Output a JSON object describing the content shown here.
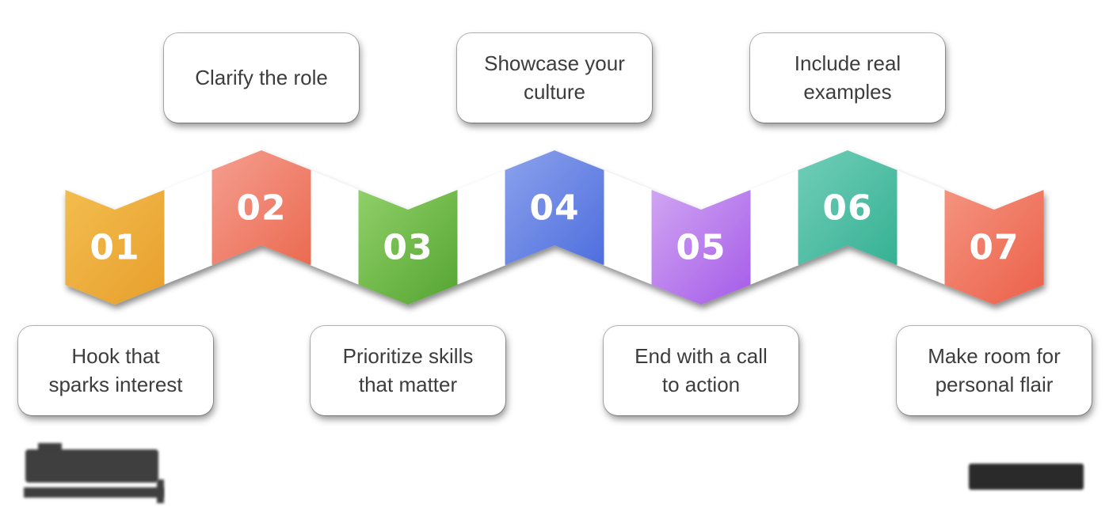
{
  "page": {
    "background_color": "#ffffff",
    "description_of_figure": "Seven-step zigzag chevron process timeline with numbered ribbon folds and rounded text cards"
  },
  "steps": [
    {
      "number": "01",
      "label": "Hook that\nsparks interest",
      "card_position": "bottom",
      "color_light": "#F2BD4E",
      "color_dark": "#E89F2C"
    },
    {
      "number": "02",
      "label": "Clarify the role",
      "card_position": "top",
      "color_light": "#F59E90",
      "color_dark": "#EB6A50"
    },
    {
      "number": "03",
      "label": "Prioritize skills\nthat matter",
      "card_position": "bottom",
      "color_light": "#8FD069",
      "color_dark": "#55A431"
    },
    {
      "number": "04",
      "label": "Showcase your\nculture",
      "card_position": "top",
      "color_light": "#8CA2EC",
      "color_dark": "#4E6EDE"
    },
    {
      "number": "05",
      "label": "End with a call\nto action",
      "card_position": "bottom",
      "color_light": "#D0A5F2",
      "color_dark": "#A55BE8"
    },
    {
      "number": "06",
      "label": "Include real\nexamples",
      "card_position": "top",
      "color_light": "#72CEB9",
      "color_dark": "#35B193"
    },
    {
      "number": "07",
      "label": "Make room for\npersonal flair",
      "card_position": "bottom",
      "color_light": "#F4937F",
      "color_dark": "#EC6049"
    }
  ],
  "ribbon": {
    "connector_color": "#ffffff",
    "number_text_color": "#ffffff"
  },
  "card": {
    "text_color": "#3d3d3d",
    "background_color": "#ffffff"
  },
  "watermarks": {
    "left_redacted_color": "#3f3f3f",
    "right_redacted_color": "#2a2a2a"
  }
}
